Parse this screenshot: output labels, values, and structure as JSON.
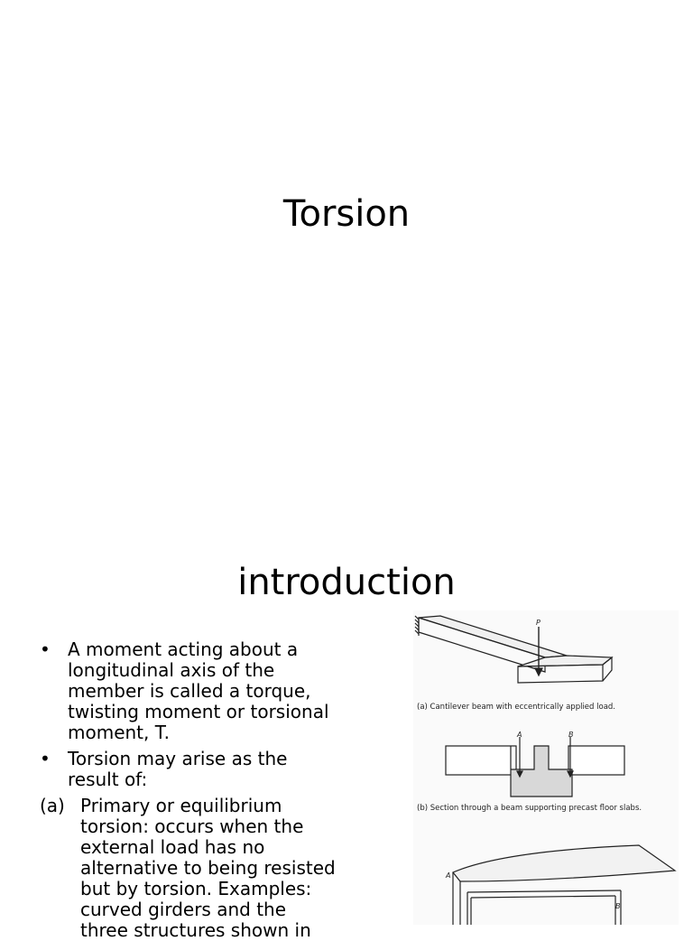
{
  "slide1": {
    "title": "Torsion"
  },
  "slide2": {
    "title": "introduction",
    "bullets": [
      "A moment acting about a longitudinal axis of the member is called a torque, twisting moment or torsional moment, T.",
      "Torsion may arise as the result of:"
    ],
    "subitem": {
      "marker": "(a)",
      "text": "Primary or equilibrium torsion: occurs when the external load has no alternative to being resisted but by torsion. Examples: curved girders and the three structures shown in"
    },
    "figure": {
      "caption_a": "(a)  Cantilever beam with eccentrically applied load.",
      "caption_b": "(b)  Section through a beam supporting precast floor slabs.",
      "label_p": "P",
      "label_a1": "A",
      "label_b1": "B",
      "label_a2": "A",
      "label_b2": "B"
    }
  }
}
